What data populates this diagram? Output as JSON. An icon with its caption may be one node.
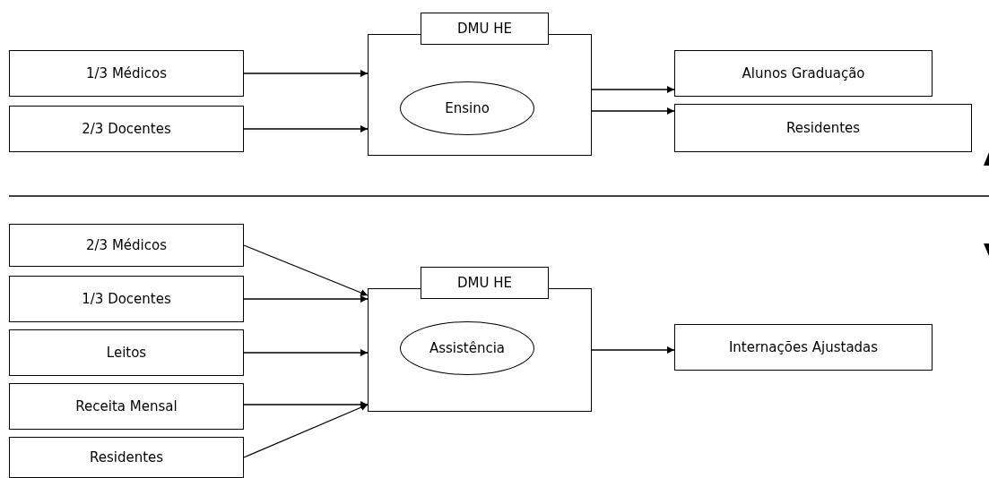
{
  "diagram": {
    "nodes": [
      {
        "text": [
          "1/3 Médicos"
        ]
      },
      {
        "text": [
          "2/3 Docentes"
        ]
      },
      {
        "text": [
          "DMU HE"
        ]
      },
      {
        "text": [
          "Ensino"
        ],
        "in": 2
      },
      {
        "text": [
          "Alunos Graduação"
        ]
      },
      {
        "text": [
          "Residentes"
        ]
      },
      {
        "text": [
          "2/3 Médicos"
        ]
      },
      {
        "text": [
          "1/3 Docentes"
        ]
      },
      {
        "text": [
          "Leitos"
        ]
      },
      {
        "text": [
          "Receita Mensal"
        ]
      },
      {
        "text": [
          "Residentes"
        ]
      },
      {
        "text": [
          "DMU HE"
        ]
      },
      {
        "text": [
          "Assistência"
        ],
        "in": 11
      },
      {
        "text": [
          "Internações Ajustadas"
        ]
      }
    ],
    "edges": [
      {
        "from": 0,
        "to": 2,
        "arrow": "to"
      },
      {
        "from": 1,
        "to": 2,
        "arrow": "to"
      },
      {
        "from": 2,
        "to": 4,
        "arrow": "to"
      },
      {
        "from": 2,
        "to": 5,
        "arrow": "to"
      },
      {
        "from": 6,
        "to": 11,
        "arrow": "to"
      },
      {
        "from": 7,
        "to": 11,
        "arrow": "to"
      },
      {
        "from": 8,
        "to": 11,
        "arrow": "to"
      },
      {
        "from": 9,
        "to": 11,
        "arrow": "to"
      },
      {
        "from": 10,
        "to": 11,
        "arrow": "to"
      },
      {
        "from": 11,
        "to": 13,
        "arrow": "to"
      }
    ]
  }
}
